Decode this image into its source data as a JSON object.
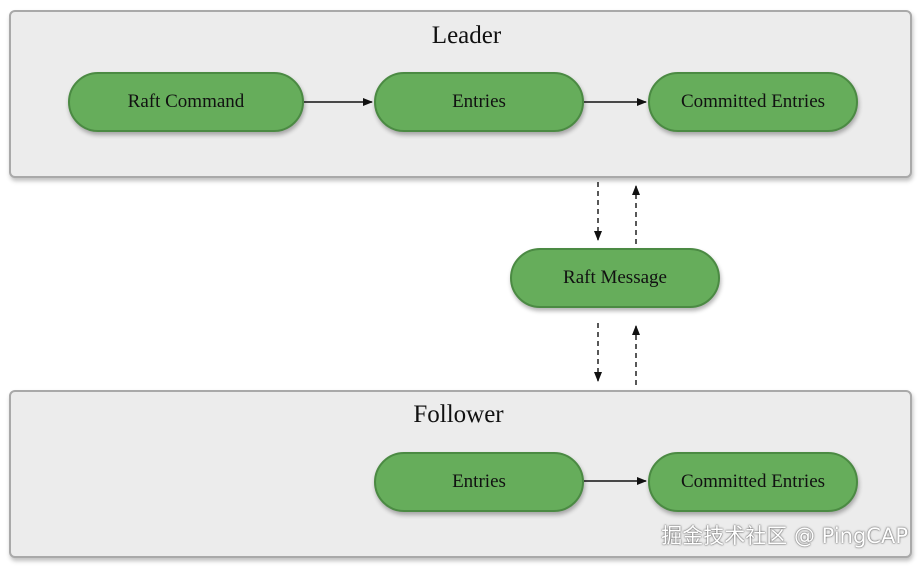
{
  "leader": {
    "title": "Leader",
    "nodes": {
      "raft_command": "Raft Command",
      "entries": "Entries",
      "committed_entries": "Committed Entries"
    }
  },
  "message": {
    "label": "Raft Message"
  },
  "follower": {
    "title": "Follower",
    "nodes": {
      "entries": "Entries",
      "committed_entries": "Committed Entries"
    }
  },
  "watermark": "掘金技术社区 @ PingCAP",
  "colors": {
    "node_fill": "#66ad5b",
    "node_border": "#4b8a43",
    "panel_fill": "#ececec",
    "panel_border": "#a9a9a9",
    "arrow": "#111111"
  }
}
